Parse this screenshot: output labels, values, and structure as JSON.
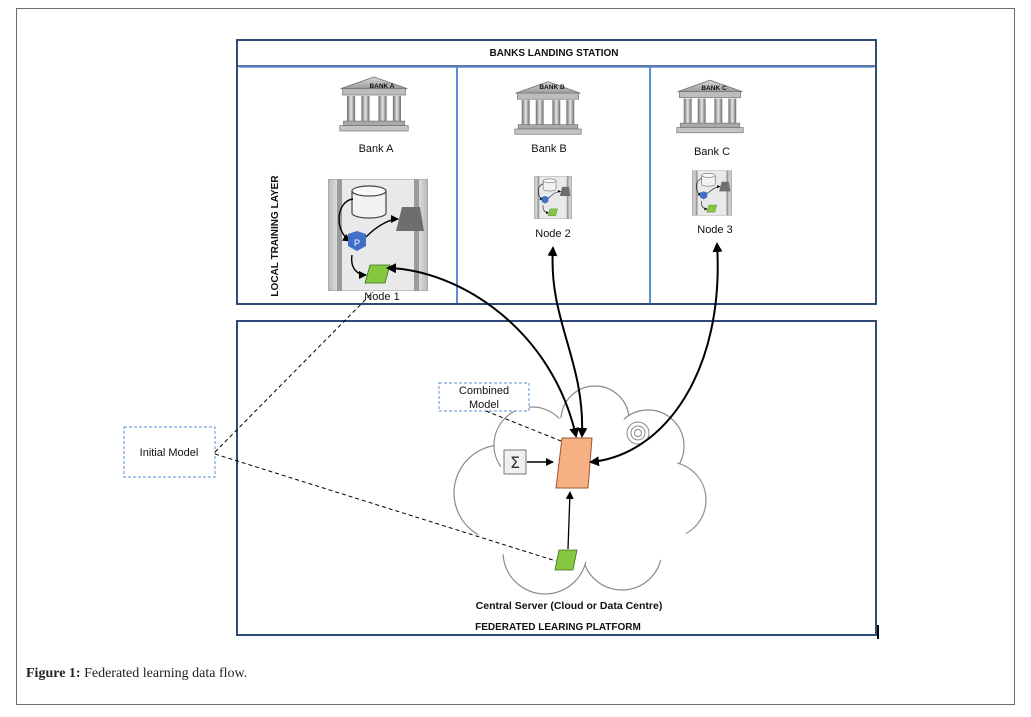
{
  "title": "BANKS LANDING STATION",
  "local_layer_label": "LOCAL TRAINING  LAYER",
  "banks": [
    {
      "sign": "BANK A",
      "letter": "A",
      "name": "Bank A",
      "node": "Node 1"
    },
    {
      "sign": "BANK B",
      "letter": "B",
      "name": "Bank B",
      "node": "Node 2"
    },
    {
      "sign": "BANK C",
      "letter": "C",
      "name": "Bank C",
      "node": "Node 3"
    }
  ],
  "pipeline_badge": "P",
  "initial_model_label": "Initial Model",
  "combined_model_label": [
    "Combined",
    "Model"
  ],
  "sum_symbol": "Σ",
  "server_label": "Central Server (Cloud or Data Centre)",
  "platform_label": "FEDERATED LEARING PLATFORM",
  "caption": {
    "prefix": "Figure 1:",
    "text": "Federated learning data flow."
  },
  "colors": {
    "frame_blue": "#2f4a7a",
    "inner_blue": "#5b8fd1",
    "model_green": "#86c740",
    "combined_orange": "#f5b183",
    "pipeline_blue": "#3f6fc9"
  }
}
